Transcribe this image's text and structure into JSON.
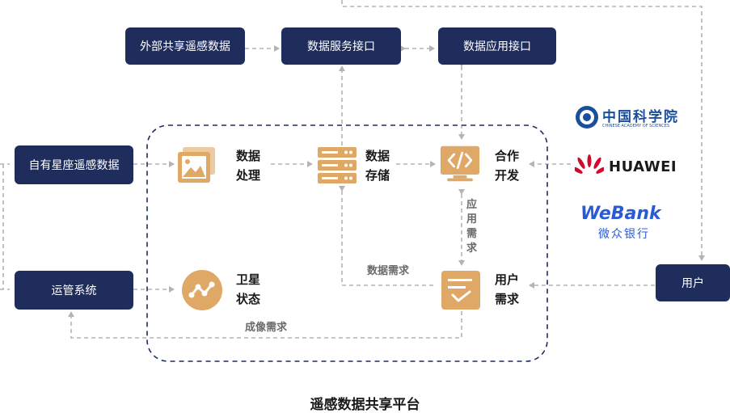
{
  "boxes": {
    "external_rs": "外部共享遥感数据",
    "data_service_api": "数据服务接口",
    "data_app_api": "数据应用接口",
    "own_constellation": "自有星座遥感数据",
    "ops_system": "运管系统",
    "user": "用户"
  },
  "nodes": {
    "processing": "数据处理",
    "storage": "数据存储",
    "coop_dev": "合作开发",
    "sat_status": "卫星状态",
    "user_demand": "用户需求"
  },
  "edge_labels": {
    "data_demand": "数据需求",
    "imaging_demand": "成像需求",
    "app_demand": "应用需求"
  },
  "platform_title": "遥感数据共享平台",
  "partners": {
    "cas_cn": "中国科学院",
    "cas_en": "CHINESE ACADEMY OF SCIENCES",
    "huawei": "HUAWEI",
    "webank_en": "WeBank",
    "webank_cn": "微众银行"
  },
  "colors": {
    "box": "#1f2d5c",
    "icon": "#e0a866",
    "line": "#b4b4b4",
    "dashed_border": "#1f2d5c"
  }
}
